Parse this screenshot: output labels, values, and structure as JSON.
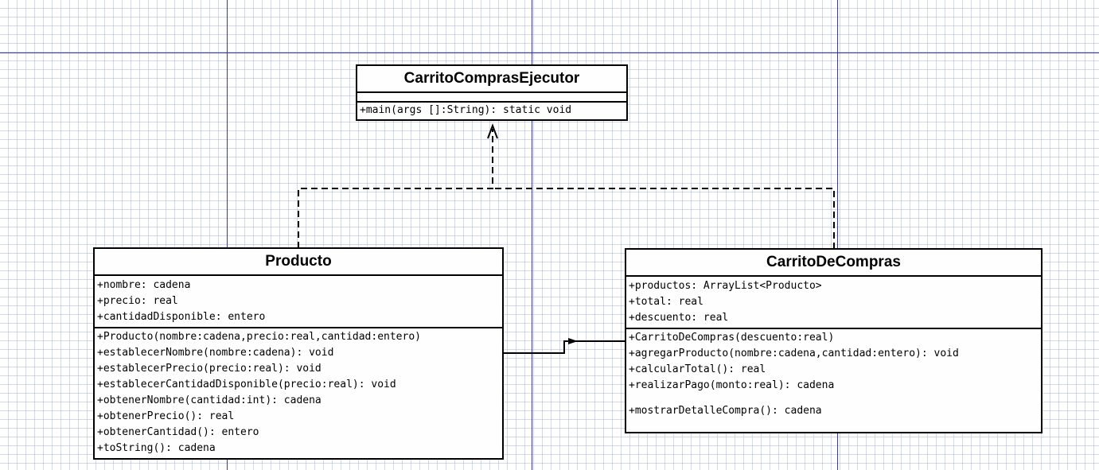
{
  "classes": {
    "ejecutor": {
      "name": "CarritoComprasEjecutor",
      "attributes": [],
      "operations": [
        "+main(args []:String): static void"
      ]
    },
    "producto": {
      "name": "Producto",
      "attributes": [
        "+nombre: cadena",
        "+precio: real",
        "+cantidadDisponible: entero"
      ],
      "operations": [
        "+Producto(nombre:cadena,precio:real,cantidad:entero)",
        "+establecerNombre(nombre:cadena): void",
        "+establecerPrecio(precio:real): void",
        "+establecerCantidadDisponible(precio:real): void",
        "+obtenerNombre(cantidad:int): cadena",
        "+obtenerPrecio(): real",
        "+obtenerCantidad(): entero",
        "+toString(): cadena"
      ]
    },
    "carrito": {
      "name": "CarritoDeCompras",
      "attributes": [
        "+productos: ArrayList<Producto>",
        "+total: real",
        "+descuento: real"
      ],
      "operations": [
        "+CarritoDeCompras(descuento:real)",
        "+agregarProducto(nombre:cadena,cantidad:entero): void",
        "+calcularTotal(): real",
        "+realizarPago(monto:real): cadena",
        "+mostrarDetalleCompra(): cadena"
      ]
    }
  },
  "relations": [
    {
      "type": "dependency",
      "from": "Producto",
      "to": "CarritoComprasEjecutor",
      "style": "dashed"
    },
    {
      "type": "dependency",
      "from": "CarritoDeCompras",
      "to": "CarritoComprasEjecutor",
      "style": "dashed"
    },
    {
      "type": "association",
      "from": "Producto",
      "to": "CarritoDeCompras",
      "style": "solid"
    }
  ]
}
